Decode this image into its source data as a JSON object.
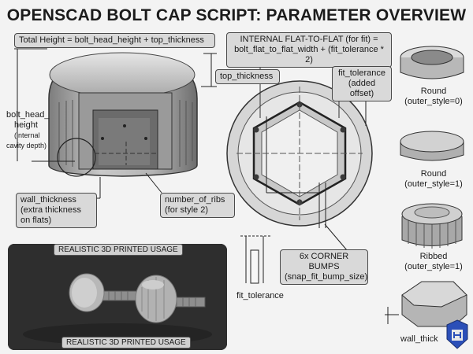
{
  "title": "OPENSCAD BOLT CAP SCRIPT: PARAMETER OVERVIEW",
  "labels": {
    "total_height": "Total Height = bolt_head_height + top_thickness",
    "internal_line1": "INTERNAL FLAT-TO-FLAT (for fit) =",
    "internal_line2": "bolt_flat_to_flat_width + (fit_tolerance * 2)",
    "top_thickness": "top_thickness",
    "fit_tol_title": "fit_tolerance",
    "fit_tol_sub": "(added offset)",
    "bolt_head_l1": "bolt_head_",
    "bolt_head_l2": "height",
    "bolt_head_l3": "(internal",
    "bolt_head_l4": "cavity depth)",
    "wall_l1": "wall_thickness",
    "wall_l2": "(extra thickness",
    "wall_l3": "on flats)",
    "ribs_l1": "number_of_ribs",
    "ribs_l2": "(for style 2)",
    "bumps_l1": "6x CORNER BUMPS",
    "bumps_l2": "(snap_fit_bump_size)",
    "fit_tolerance_bottom": "fit_tolerance",
    "photo_top": "REALISTIC 3D PRINTED USAGE",
    "photo_bottom": "REALISTIC 3D PRINTED USAGE"
  },
  "styles": [
    {
      "name": "Round",
      "param": "(outer_style=0)"
    },
    {
      "name": "Round",
      "param": "(outer_style=1)"
    },
    {
      "name": "Ribbed",
      "param": "(outer_style=1)"
    },
    {
      "name": "wall_thick",
      "param": ""
    }
  ],
  "colors": {
    "label_bg": "#d9d9d9",
    "part": "#bdbdbd",
    "dark": "#3a3a3a",
    "background": "#f3f3f3"
  }
}
